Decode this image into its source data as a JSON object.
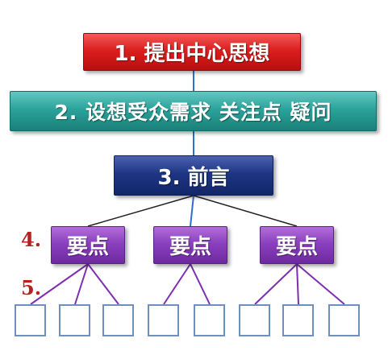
{
  "title_box": {
    "label": "1. 提出中心思想"
  },
  "audience_box": {
    "label": "2. 设想受众需求 关注点 疑问"
  },
  "intro_box": {
    "label": "3. 前言"
  },
  "key_points": [
    {
      "label": "要点"
    },
    {
      "label": "要点"
    },
    {
      "label": "要点"
    }
  ],
  "level_labels": {
    "four": "4.",
    "five": "5."
  },
  "leaf_count": 8,
  "colors": {
    "red": "#dc1e1e",
    "teal": "#2aa39b",
    "navy": "#1d3583",
    "purple": "#8b3fbf",
    "connector_blue": "#2f6fd0",
    "connector_dark": "#222222",
    "connector_purple": "#7d2fb0",
    "level_label": "#b2221f"
  }
}
